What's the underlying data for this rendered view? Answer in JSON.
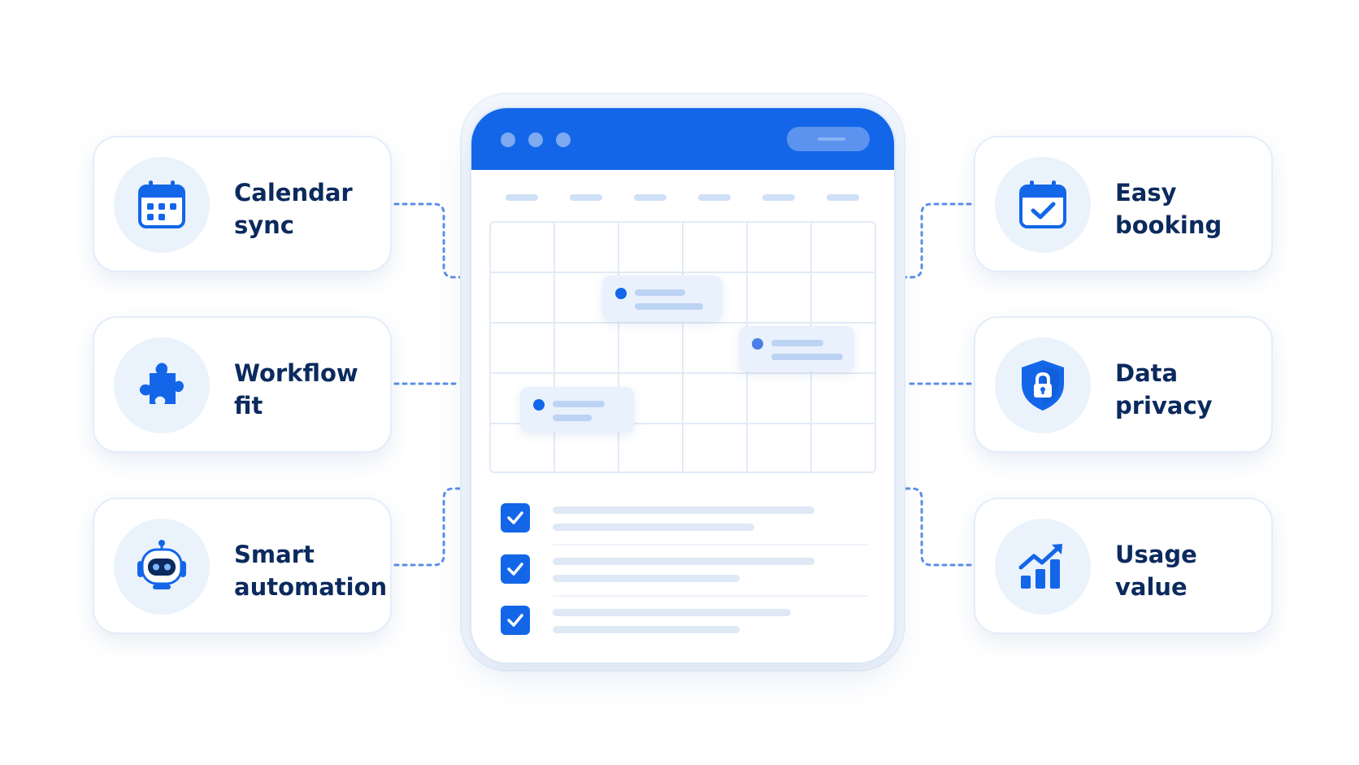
{
  "features": {
    "calendar_sync": {
      "line1": "Calendar",
      "line2": "sync",
      "icon": "calendar-icon"
    },
    "workflow_fit": {
      "line1": "Workflow",
      "line2": "fit",
      "icon": "puzzle-icon"
    },
    "smart_automation": {
      "line1": "Smart",
      "line2": "automation",
      "icon": "robot-icon"
    },
    "easy_booking": {
      "line1": "Easy",
      "line2": "booking",
      "icon": "calendar-check-icon"
    },
    "data_privacy": {
      "line1": "Data",
      "line2": "privacy",
      "icon": "shield-lock-icon"
    },
    "usage_value": {
      "line1": "Usage",
      "line2": "value",
      "icon": "growth-chart-icon"
    }
  },
  "app_window": {
    "calendar_columns": 6,
    "calendar_rows": 5,
    "tasks_checked": 3
  },
  "colors": {
    "primary": "#1366e8",
    "text_dark": "#0b2a5e",
    "icon_bg": "#eaf2fc",
    "connector": "#5b8fe8"
  }
}
